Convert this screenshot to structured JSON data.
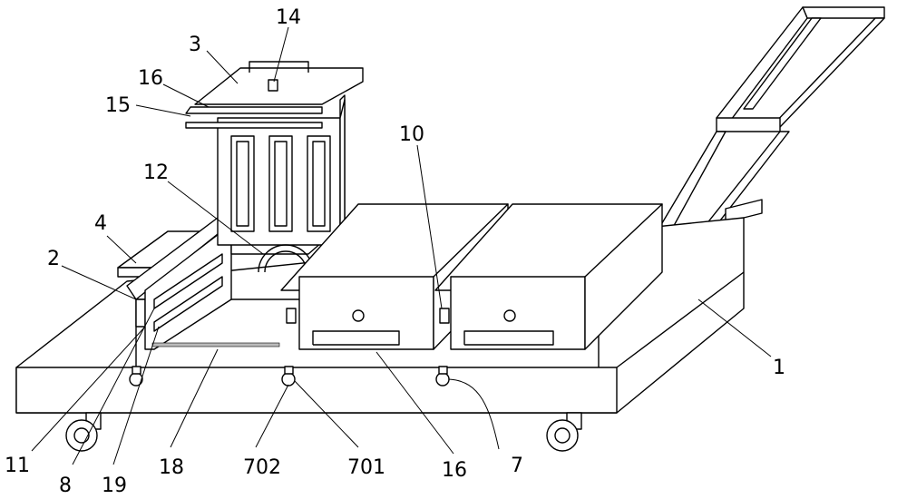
{
  "labels": {
    "l14": "14",
    "l3": "3",
    "l16a": "16",
    "l15": "15",
    "l10": "10",
    "l12": "12",
    "l4": "4",
    "l2": "2",
    "l1": "1",
    "l11": "11",
    "l8": "8",
    "l19": "19",
    "l18": "18",
    "l702": "702",
    "l701": "701",
    "l16b": "16",
    "l7": "7"
  }
}
